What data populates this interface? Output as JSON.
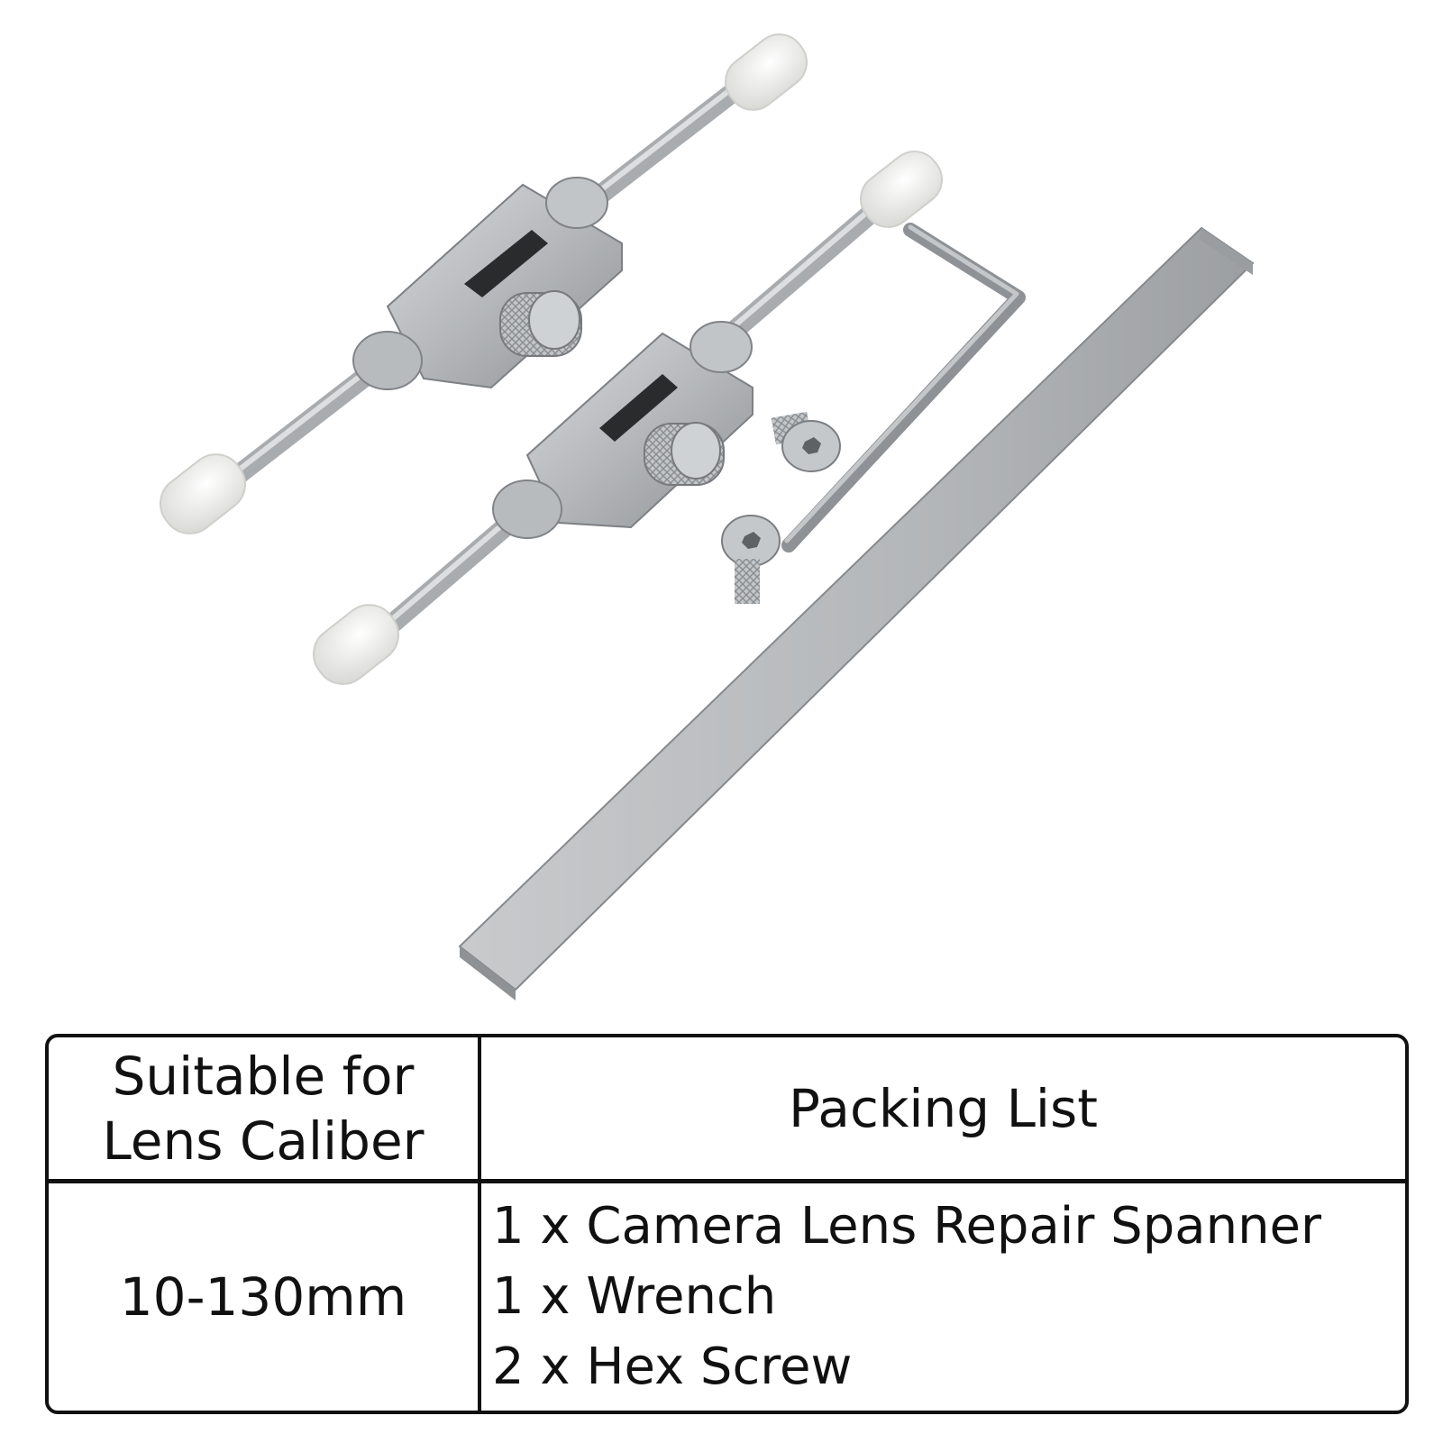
{
  "table": {
    "header_left_line1": "Suitable for",
    "header_left_line2": "Lens Caliber",
    "header_right": "Packing List",
    "caliber_value": "10-130mm",
    "packing_items": [
      "1 x Camera Lens Repair Spanner",
      "1 x Wrench",
      "2 x Hex Screw"
    ]
  },
  "colors": {
    "metal": "#b9bcbf",
    "metal_dark": "#8f9296",
    "cap": "#f2f2f0",
    "border": "#111111"
  }
}
